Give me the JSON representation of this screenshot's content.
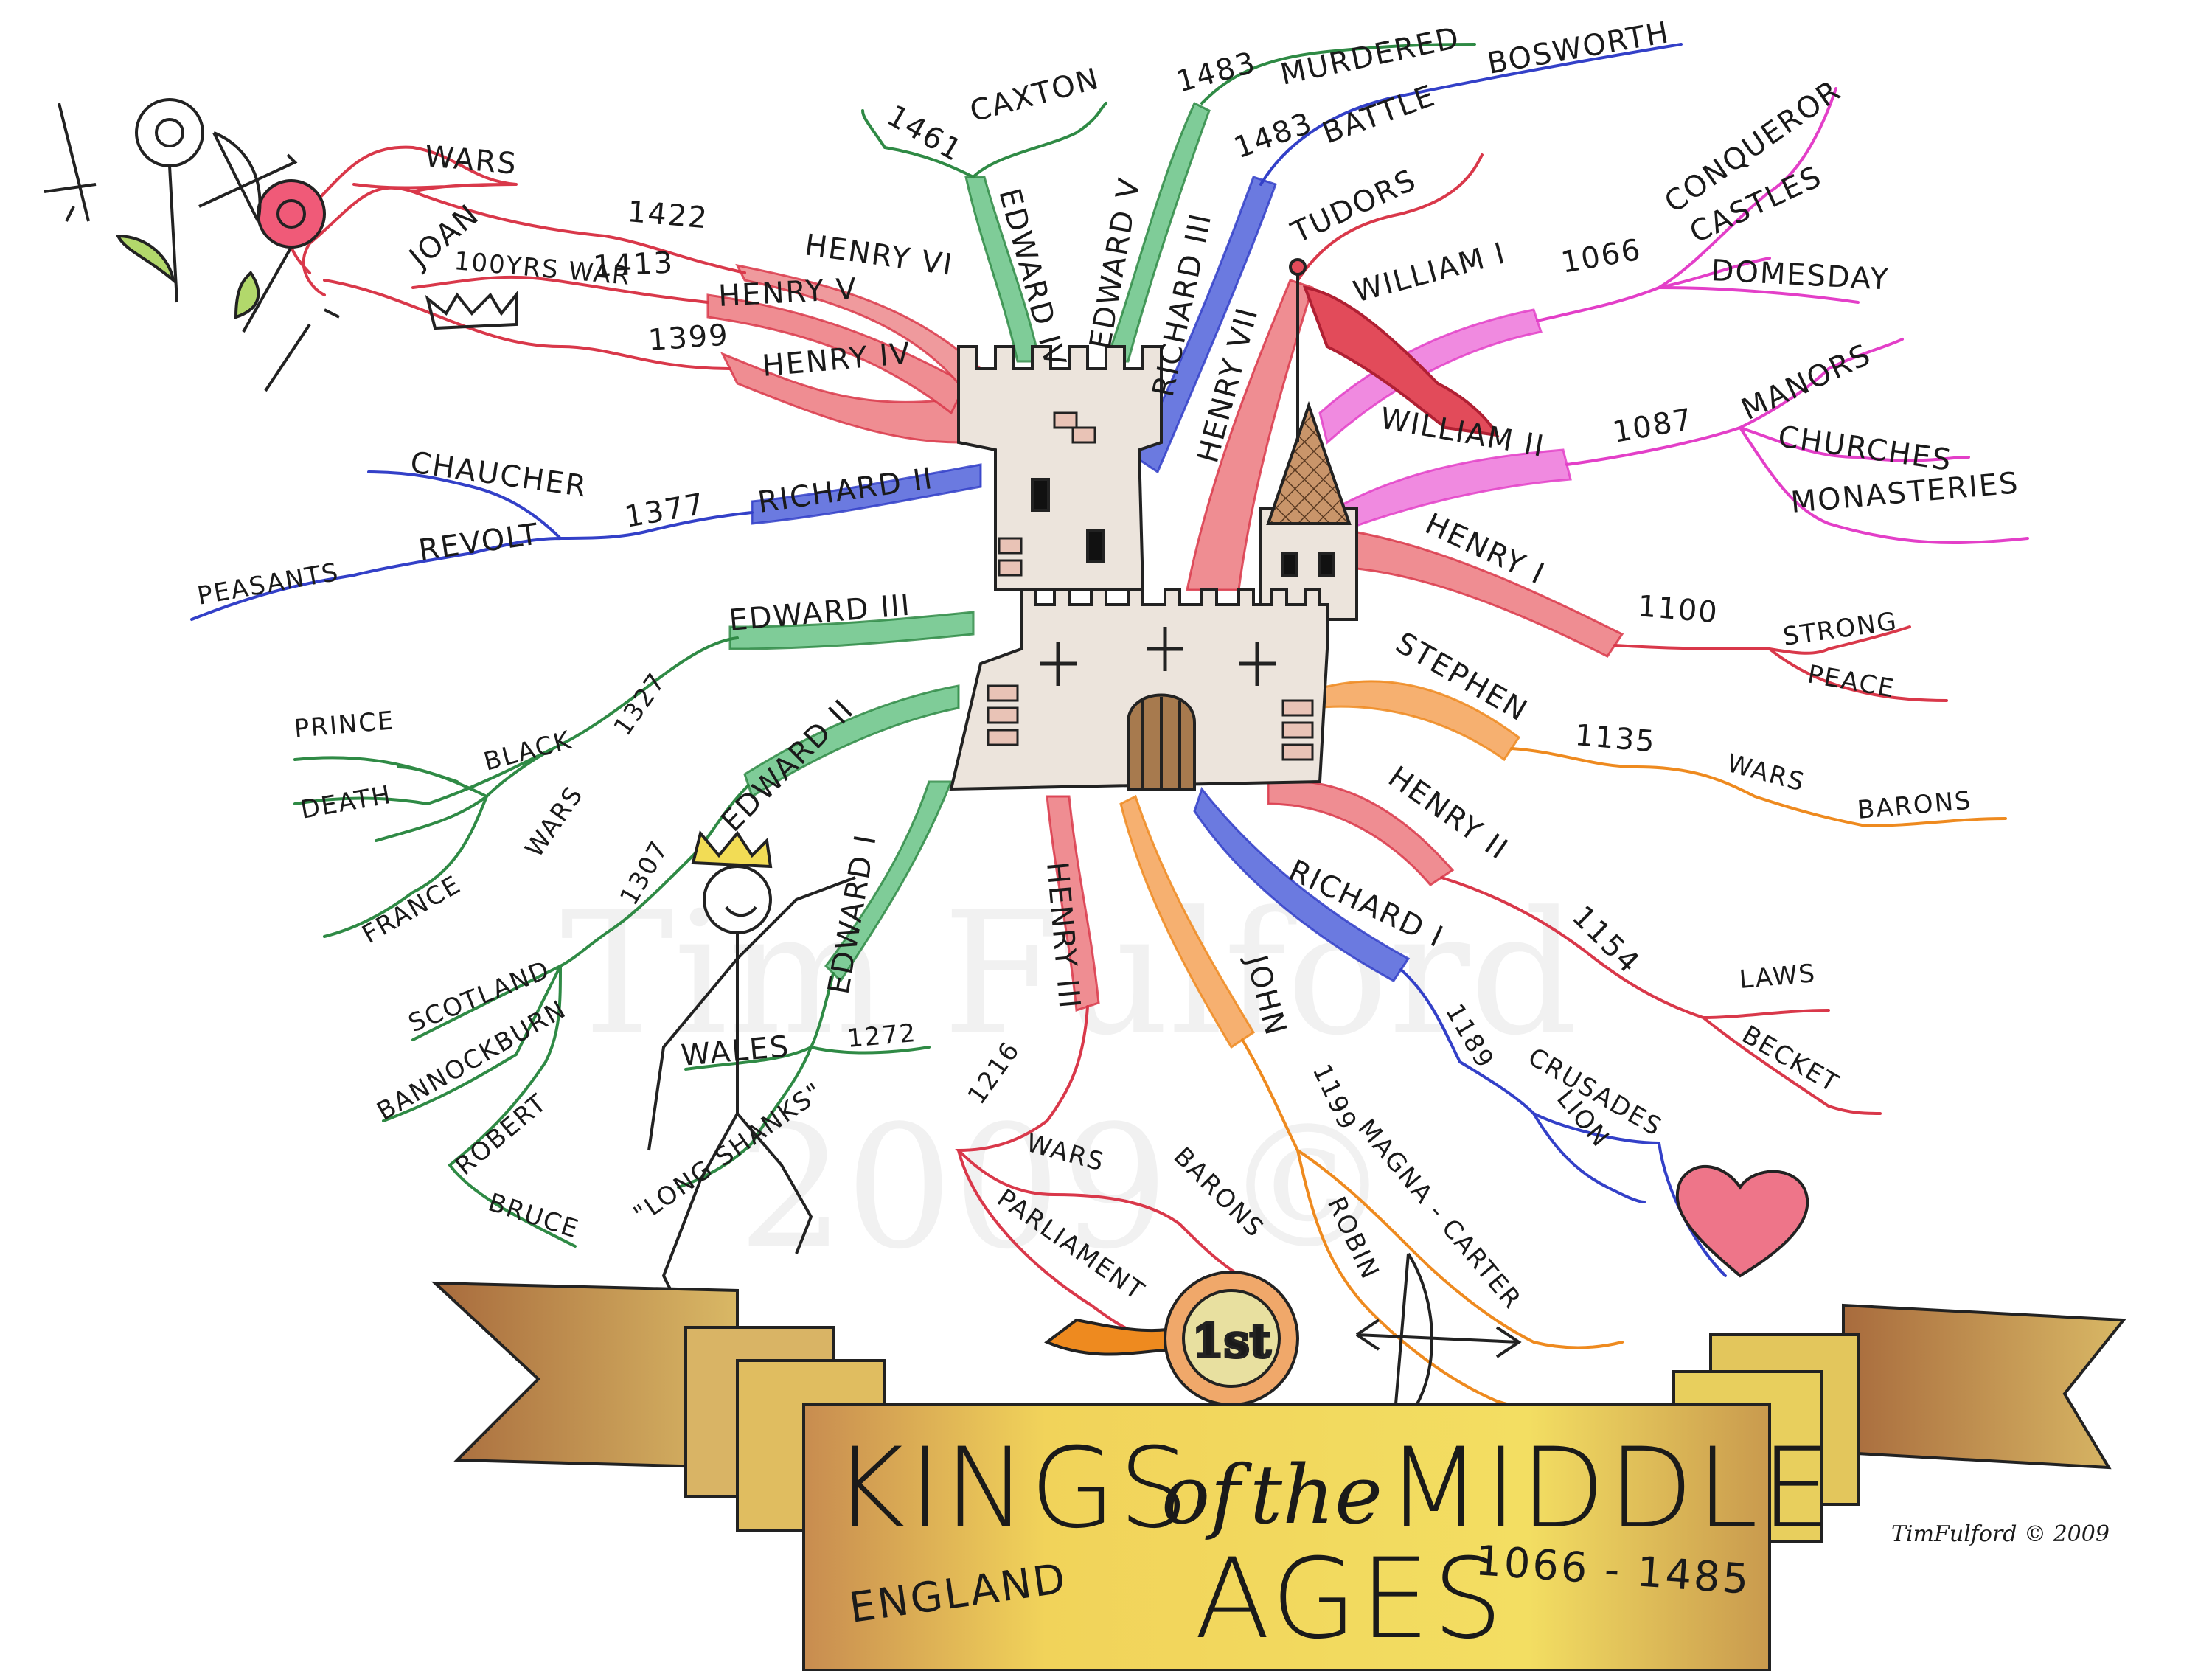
{
  "title": {
    "line1_a": "KINGS",
    "line1_of": "of",
    "line1_the": "the",
    "line1_b": "MIDDLE",
    "line2": "AGES",
    "country": "ENGLAND",
    "dates": "1066 - 1485"
  },
  "signature": "TimFulford © 2009",
  "watermark": {
    "name": "Tim Fulford",
    "year": "2009 ©"
  },
  "rosette_label": "1st",
  "branches": {
    "william1": {
      "king": "WILLIAM I",
      "year": "1066",
      "items": [
        "CONQUEROR",
        "CASTLES",
        "DOMESDAY"
      ]
    },
    "william2": {
      "king": "WILLIAM II",
      "year": "1087",
      "items": [
        "MANORS",
        "CHURCHES",
        "MONASTERIES"
      ]
    },
    "henry1": {
      "king": "HENRY I",
      "year": "1100",
      "items": [
        "STRONG",
        "PEACE"
      ]
    },
    "stephen": {
      "king": "STEPHEN",
      "year": "1135",
      "items": [
        "WARS",
        "BARONS"
      ]
    },
    "henry2": {
      "king": "HENRY II",
      "year": "1154",
      "items": [
        "LAWS",
        "BECKET"
      ]
    },
    "richard1": {
      "king": "RICHARD I",
      "year": "1189",
      "items": [
        "CRUSADES",
        "LION"
      ]
    },
    "john": {
      "king": "JOHN",
      "year": "1199",
      "items": [
        "MAGNA - CARTER",
        "ROBIN"
      ]
    },
    "henry3": {
      "king": "HENRY III",
      "year": "1216",
      "items": [
        "WARS",
        "BARONS",
        "PARLIAMENT"
      ]
    },
    "edward1": {
      "king": "EDWARD I",
      "year": "1272",
      "items": [
        "WALES",
        "\"LONG SHANKS\""
      ]
    },
    "edward2": {
      "king": "EDWARD II",
      "year": "1307",
      "items": [
        "SCOTLAND",
        "BANNOCKBURN",
        "ROBERT",
        "BRUCE"
      ]
    },
    "edward3": {
      "king": "EDWARD III",
      "year": "1327",
      "items": [
        "BLACK",
        "PRINCE",
        "DEATH",
        "WARS",
        "FRANCE"
      ]
    },
    "richard2": {
      "king": "RICHARD II",
      "year": "1377",
      "items": [
        "CHAUCHER",
        "REVOLT",
        "PEASANTS"
      ]
    },
    "henry4": {
      "king": "HENRY IV",
      "year": "1399"
    },
    "henry5": {
      "king": "HENRY V",
      "year": "1413",
      "items": [
        "100YRS WAR"
      ]
    },
    "henry6": {
      "king": "HENRY VI",
      "year": "1422",
      "items": [
        "JOAN",
        "WARS"
      ]
    },
    "edward4": {
      "king": "EDWARD IV",
      "year": "1461",
      "items": [
        "CAXTON"
      ]
    },
    "edward5": {
      "king": "EDWARD V",
      "year": "1483",
      "items": [
        "MURDERED"
      ]
    },
    "richard3": {
      "king": "RICHARD III",
      "year": "1483",
      "items": [
        "BATTLE",
        "BOSWORTH"
      ]
    },
    "henry7": {
      "king": "HENRY VII",
      "items": [
        "TUDORS"
      ]
    }
  },
  "colors": {
    "red": "#d9384a",
    "pink": "#e33fc8",
    "orange": "#ee8a1f",
    "blue": "#3340c8",
    "green": "#2f8a45",
    "yellow": "#f2dc55",
    "brown": "#b07a45",
    "stone": "#ece4dc"
  }
}
